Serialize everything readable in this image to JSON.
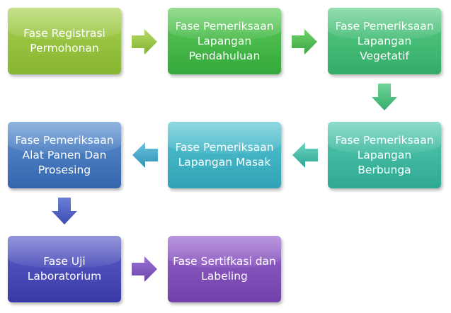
{
  "colors": {
    "green_light": "#95c23d",
    "green": "#3cb54a",
    "green_teal": "#3dbb78",
    "teal": "#39b7a6",
    "teal_blue": "#3aa7c2",
    "blue": "#3f73ba",
    "indigo": "#4343ad",
    "purple": "#7c45ad"
  },
  "steps": [
    {
      "label": "Fase Registrasi\nPermohonan"
    },
    {
      "label": "Fase Pemeriksaan\nLapangan\nPendahuluan"
    },
    {
      "label": "Fase Pemeriksaan\nLapangan\nVegetatif"
    },
    {
      "label": "Fase Pemeriksaan\nLapangan\nBerbunga"
    },
    {
      "label": "Fase Pemeriksaan\nLapangan Masak"
    },
    {
      "label": "Fase Pemeriksaan\nAlat Panen Dan\nProsesing"
    },
    {
      "label": "Fase Uji\nLaboratorium"
    },
    {
      "label": "Fase Sertifkasi dan\nLabeling"
    }
  ],
  "arrows": [
    {
      "direction": "right"
    },
    {
      "direction": "right"
    },
    {
      "direction": "down"
    },
    {
      "direction": "left"
    },
    {
      "direction": "left"
    },
    {
      "direction": "down"
    },
    {
      "direction": "right"
    }
  ]
}
